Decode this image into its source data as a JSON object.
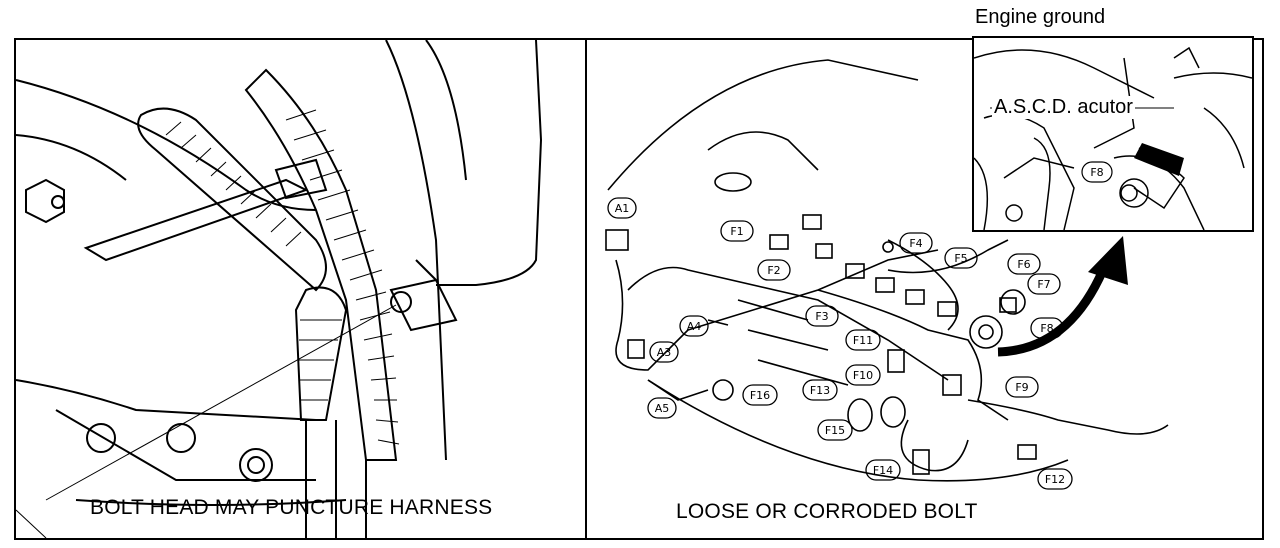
{
  "labels": {
    "engine_ground": "Engine ground",
    "ascd": "A.S.C.D. acutor",
    "left_caption": "BOLT HEAD MAY PUNCTURE HARNESS",
    "right_caption": "LOOSE OR CORRODED BOLT"
  },
  "connectors": {
    "A1": "A1",
    "A3": "A3",
    "A4": "A4",
    "A5": "A5",
    "F1": "F1",
    "F2": "F2",
    "F3": "F3",
    "F4": "F4",
    "F5": "F5",
    "F6": "F6",
    "F7": "F7",
    "F8": "F8",
    "F9": "F9",
    "F10": "F10",
    "F11": "F11",
    "F12": "F12",
    "F13": "F13",
    "F14": "F14",
    "F15": "F15",
    "F16": "F16",
    "F8_inset": "F8"
  }
}
